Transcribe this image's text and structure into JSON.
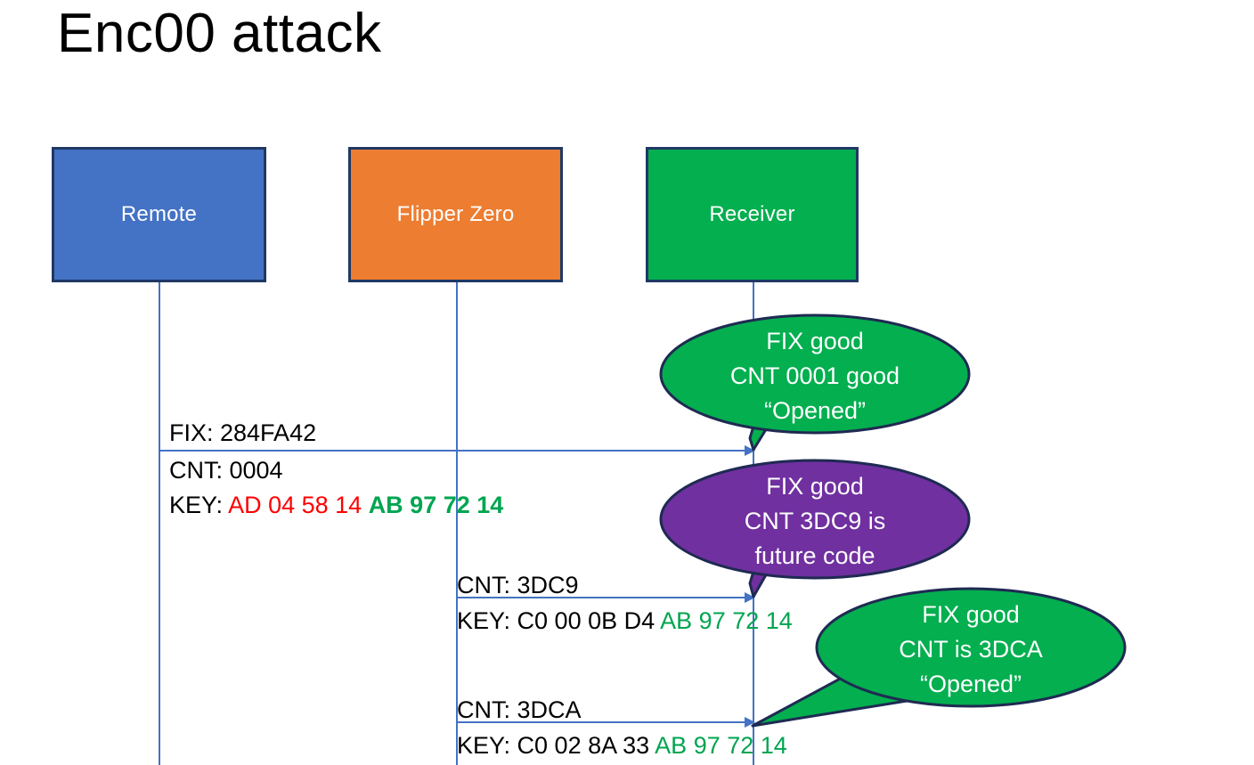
{
  "slide": {
    "title": "Enc00 attack"
  },
  "actors": [
    {
      "name": "remote",
      "label": "Remote",
      "color": "#4472C4"
    },
    {
      "name": "flipper",
      "label": "Flipper Zero",
      "color": "#ED7D31"
    },
    {
      "name": "receiver",
      "label": "Receiver",
      "color": "#03AF4F"
    }
  ],
  "messages": [
    {
      "id": "msg-1",
      "from": "remote",
      "to": "receiver",
      "fix_line": "FIX: 284FA42",
      "cnt_line": "CNT: 0004",
      "key_prefix": "KEY: ",
      "key_part_red": "AD 04 58 14",
      "key_part_green": "AB 97 72 14"
    },
    {
      "id": "msg-2",
      "from": "flipper",
      "to": "receiver",
      "cnt_line": "CNT: 3DC9",
      "key_prefix": "KEY: C0 00 0B D4 ",
      "key_part_green": "AB 97 72 14"
    },
    {
      "id": "msg-3",
      "from": "flipper",
      "to": "receiver",
      "cnt_line": "CNT: 3DCA",
      "key_prefix": "KEY: C0 02 8A 33 ",
      "key_part_green": "AB 97 72 14"
    }
  ],
  "callouts": [
    {
      "id": "callout-1",
      "fill": "#03AF4F",
      "stroke": "#1F2A52",
      "lines": [
        "FIX good",
        "CNT 0001 good",
        "“Opened”"
      ]
    },
    {
      "id": "callout-2",
      "fill": "#7030A0",
      "stroke": "#1F2A52",
      "lines": [
        "FIX good",
        "CNT 3DC9 is",
        "future code"
      ]
    },
    {
      "id": "callout-3",
      "fill": "#03AF4F",
      "stroke": "#1F2A52",
      "lines": [
        "FIX good",
        "CNT is 3DCA",
        "“Opened”"
      ]
    }
  ],
  "colors": {
    "hex_red": "#FF0000",
    "hex_green": "#00A550",
    "lifeline_blue": "#4472C4",
    "box_border": "#1F3864"
  }
}
